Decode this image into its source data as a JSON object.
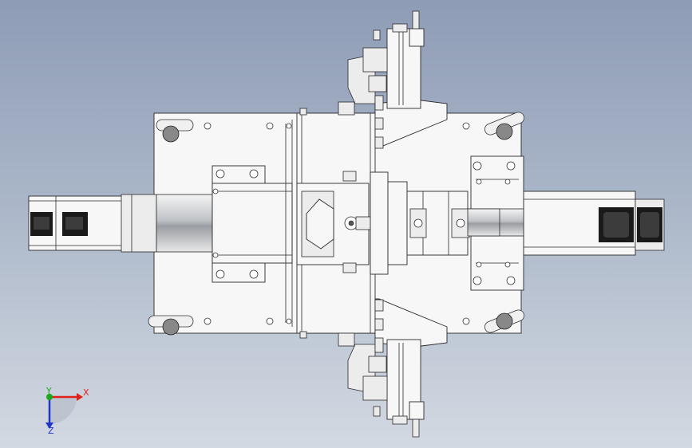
{
  "viewport": {
    "background_top": "#8e9cb6",
    "background_bottom": "#d3d9e2"
  },
  "triad": {
    "x_label": "X",
    "y_label": "Y",
    "z_label": "Z",
    "x_color": "#e0201a",
    "y_color": "#1fa61f",
    "z_color": "#2433c8"
  },
  "icons": [
    "view-triad-icon"
  ]
}
